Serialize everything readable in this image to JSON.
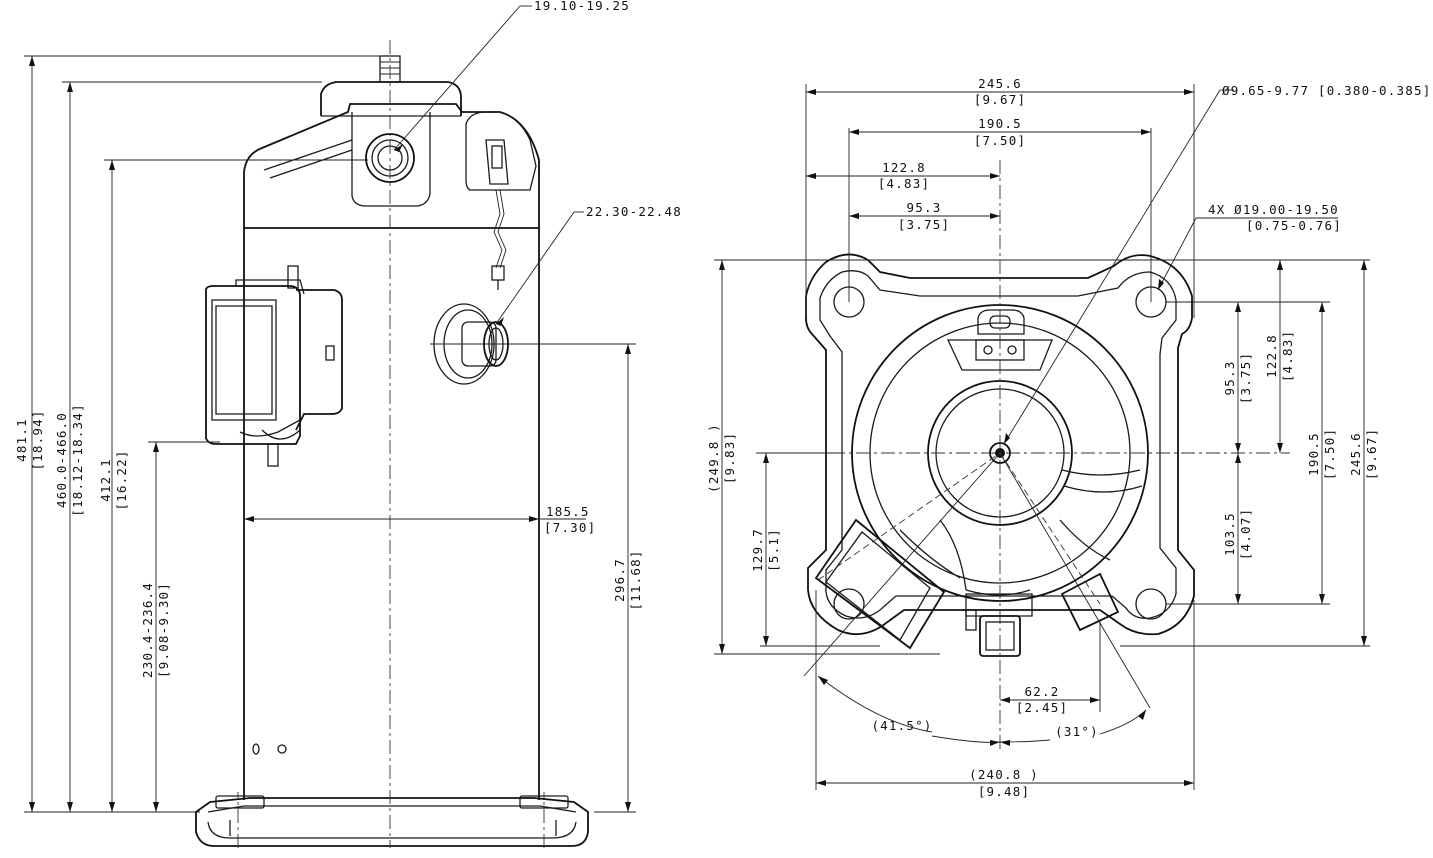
{
  "side_view": {
    "dimensions": {
      "overall_height": [
        "481.1",
        "[18.94]"
      ],
      "body_height": [
        "460.0-466.0",
        "[18.12-18.34]"
      ],
      "suction_height": [
        "412.1",
        "[16.22]"
      ],
      "box_height": [
        "230.4-236.4",
        "[9.08-9.30]"
      ],
      "discharge_height": [
        "296.7",
        "[11.68]"
      ],
      "shell_width": [
        "185.5",
        "[7.30]"
      ],
      "suction_fitting": "19.10-19.25",
      "discharge_fitting": "22.30-22.48"
    }
  },
  "bottom_view": {
    "dimensions": {
      "width_overall": [
        "245.6",
        "[9.67]"
      ],
      "hole_spacing_x": [
        "190.5",
        "[7.50]"
      ],
      "left_to_center": [
        "122.8",
        "[4.83]"
      ],
      "hole_to_center": [
        "95.3",
        "[3.75]"
      ],
      "pin_hole": "Ø9.65-9.77 [0.380-0.385]",
      "mount_holes": [
        "4X Ø19.00-19.50",
        "[0.75-0.76]"
      ],
      "height_left": [
        "(249.8 )",
        "[9.83]"
      ],
      "center_to_bottom": [
        "129.7",
        "[5.1]"
      ],
      "right_95": [
        "95.3",
        "[3.75]"
      ],
      "right_122": [
        "122.8",
        "[4.83]"
      ],
      "right_190": [
        "190.5",
        "[7.50]"
      ],
      "right_245": [
        "245.6",
        "[9.67]"
      ],
      "right_103": [
        "103.5",
        "[4.07]"
      ],
      "offset_62": [
        "62.2",
        "[2.45]"
      ],
      "angle_left": "(41.5°)",
      "angle_right": "(31°)",
      "foot_span": [
        "(240.8 )",
        "[9.48]"
      ]
    }
  }
}
